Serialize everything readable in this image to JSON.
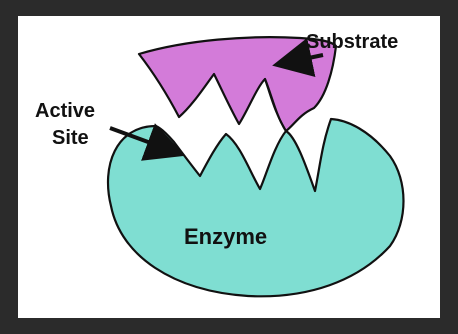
{
  "diagram": {
    "labels": {
      "substrate": "Substrate",
      "active_site_line1": "Active",
      "active_site_line2": "Site",
      "enzyme": "Enzyme"
    },
    "colors": {
      "background_frame": "#2b2b2b",
      "panel": "#ffffff",
      "enzyme_fill": "#7fded2",
      "substrate_fill": "#d37bd9",
      "outline": "#111111",
      "arrow": "#111111"
    },
    "icons": {
      "arrow": "arrow-icon"
    }
  }
}
